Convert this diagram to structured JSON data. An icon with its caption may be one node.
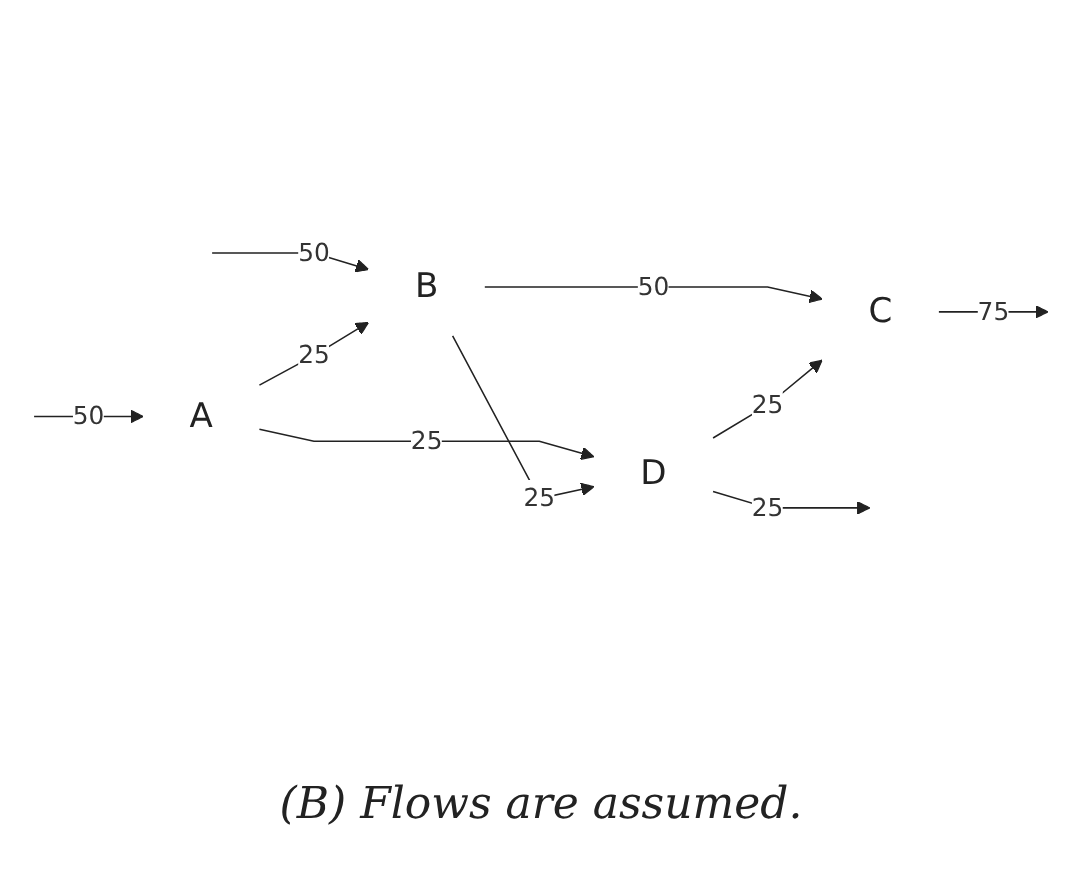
{
  "diagram": {
    "caption": "(B) Flows are assumed.",
    "nodes": [
      {
        "text": [
          "A"
        ]
      },
      {
        "text": [
          "B"
        ]
      },
      {
        "text": [
          "C"
        ]
      },
      {
        "text": [
          "D"
        ]
      }
    ],
    "edges": [
      {
        "from": null,
        "to": 0,
        "arrow": "to",
        "label": "50"
      },
      {
        "from": null,
        "to": 1,
        "arrow": "to",
        "label": "50"
      },
      {
        "from": 0,
        "to": 1,
        "arrow": "to",
        "label": "25"
      },
      {
        "from": 0,
        "to": 3,
        "arrow": "to",
        "label": "25"
      },
      {
        "from": 1,
        "to": 3,
        "arrow": "to",
        "label": "25"
      },
      {
        "from": 1,
        "to": 2,
        "arrow": "to",
        "label": "50"
      },
      {
        "from": 3,
        "to": 2,
        "arrow": "to",
        "label": "25"
      },
      {
        "from": 2,
        "to": null,
        "arrow": "to",
        "label": "75"
      },
      {
        "from": 3,
        "to": null,
        "arrow": "to",
        "label": "25"
      }
    ]
  }
}
